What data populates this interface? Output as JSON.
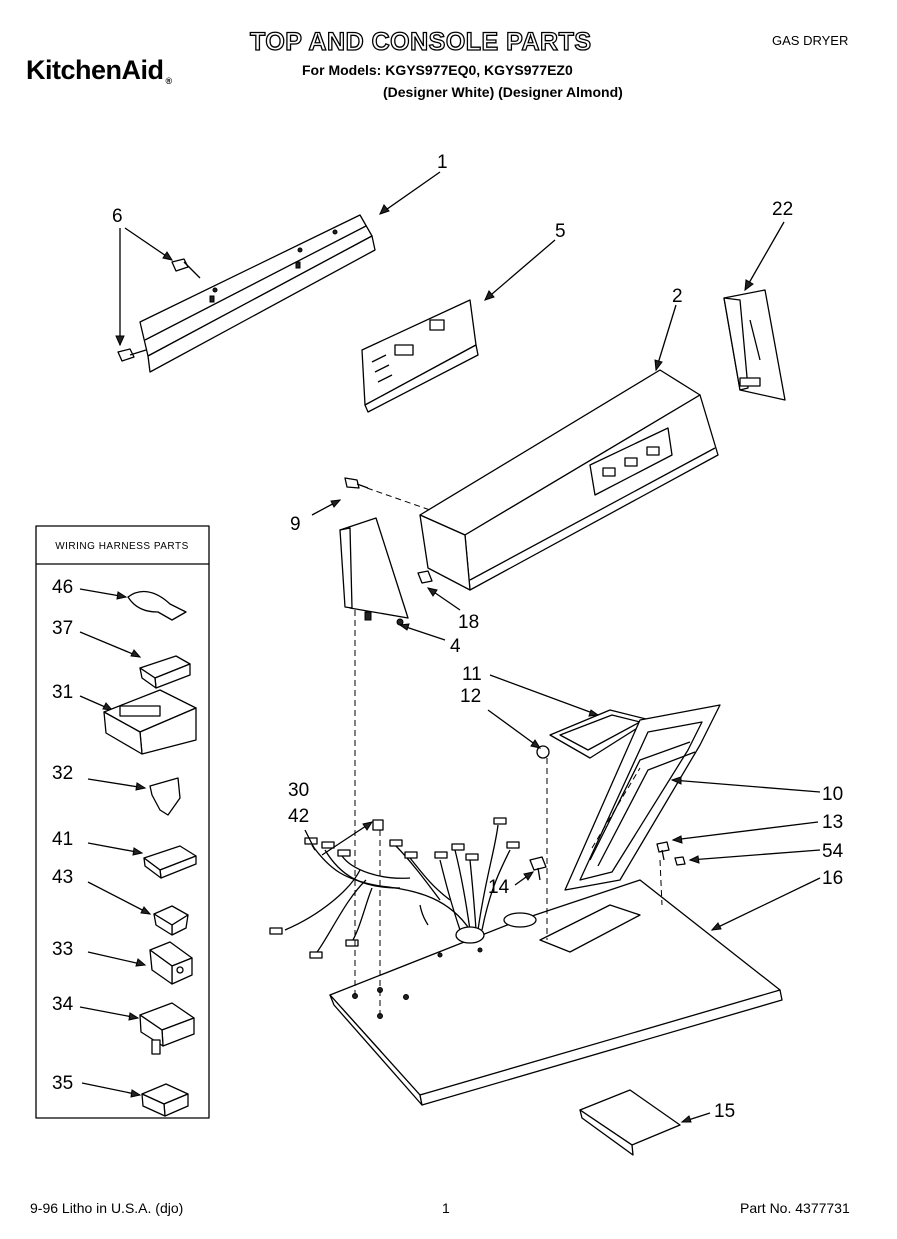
{
  "header": {
    "brand": "KitchenAid",
    "title": "TOP AND CONSOLE PARTS",
    "models_line": "For Models: KGYS977EQ0, KGYS977EZ0",
    "variants_line": "(Designer White) (Designer Almond)",
    "appliance_type": "GAS DRYER"
  },
  "wiring_box": {
    "title": "WIRING HARNESS PARTS",
    "labels": [
      "46",
      "37",
      "31",
      "32",
      "41",
      "43",
      "33",
      "34",
      "35"
    ]
  },
  "callouts": {
    "c1": "1",
    "c2": "2",
    "c4": "4",
    "c5": "5",
    "c6": "6",
    "c9": "9",
    "c10": "10",
    "c11": "11",
    "c12": "12",
    "c13": "13",
    "c14": "14",
    "c15": "15",
    "c16": "16",
    "c18": "18",
    "c22": "22",
    "c30": "30",
    "c42": "42",
    "c54": "54"
  },
  "footer": {
    "left": "9-96 Litho in U.S.A. (djo)",
    "page": "1",
    "part_no": "Part No. 4377731"
  }
}
